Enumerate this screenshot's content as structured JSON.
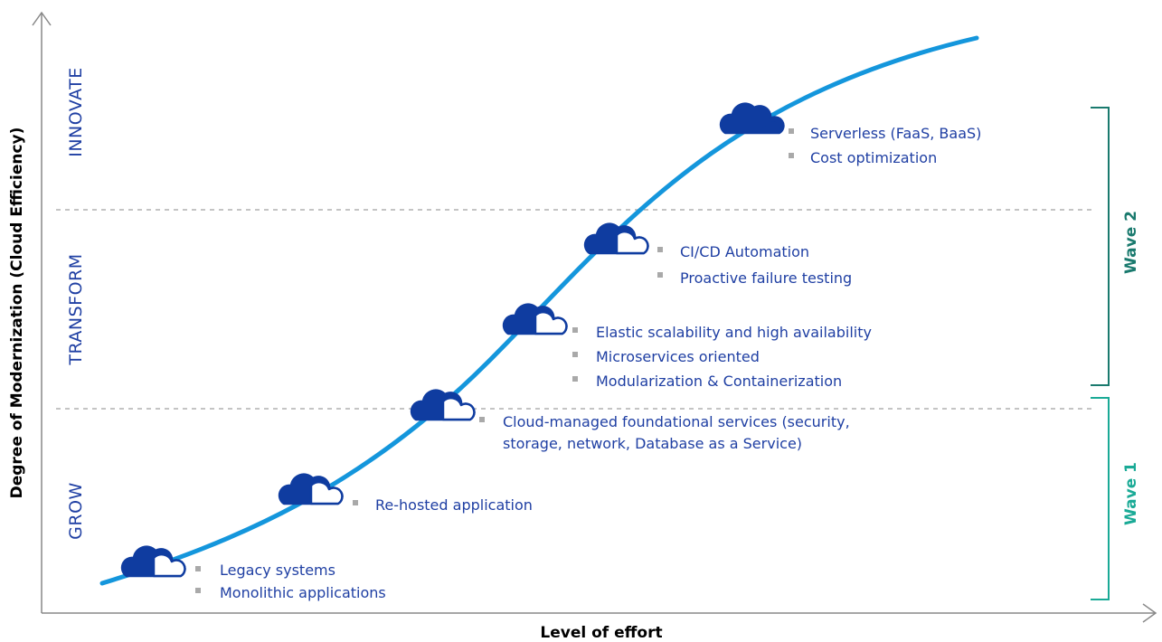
{
  "axes": {
    "y_title": "Degree of Modernization (Cloud Efficiency)",
    "x_title": "Level of effort"
  },
  "zones": [
    {
      "label": "INNOVATE"
    },
    {
      "label": "TRANSFORM"
    },
    {
      "label": "GROW"
    }
  ],
  "stages": [
    {
      "icon": "cloud-icon",
      "items": [
        "Legacy systems",
        "Monolithic applications"
      ]
    },
    {
      "icon": "cloud-icon",
      "items": [
        "Re-hosted application"
      ]
    },
    {
      "icon": "cloud-icon",
      "items": [
        "Cloud-managed foundational services (security,",
        "storage, network, Database as a Service)"
      ]
    },
    {
      "icon": "cloud-icon",
      "items": [
        "Elastic scalability and high availability",
        "Microservices oriented",
        "Modularization & Containerization"
      ]
    },
    {
      "icon": "cloud-icon",
      "items": [
        "CI/CD Automation",
        "Proactive failure testing"
      ]
    },
    {
      "icon": "cloud-icon",
      "items": [
        "Serverless (FaaS, BaaS)",
        "Cost optimization"
      ]
    }
  ],
  "waves": [
    {
      "label": "Wave 2",
      "color": "#1a7a6e"
    },
    {
      "label": "Wave 1",
      "color": "#1aaa96"
    }
  ],
  "colors": {
    "curve": "#1496dc",
    "cloud": "#0f3ca0",
    "text": "#1f3fa3",
    "bullet": "#a9a9a9",
    "divider": "#a0a0a0",
    "axis": "#888888"
  }
}
